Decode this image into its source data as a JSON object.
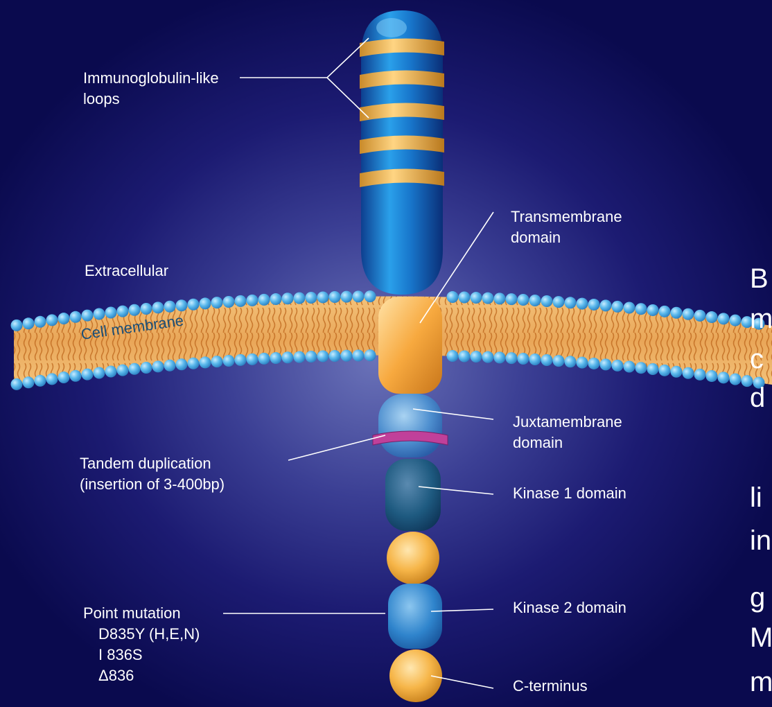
{
  "labels": {
    "ig_loops_1": "Immunoglobulin-like",
    "ig_loops_2": "loops",
    "transmembrane_1": "Transmembrane",
    "transmembrane_2": "domain",
    "extracellular": "Extracellular",
    "cell_membrane": "Cell membrane",
    "juxtamembrane_1": "Juxtamembrane",
    "juxtamembrane_2": "domain",
    "tandem_1": "Tandem duplication",
    "tandem_2": "(insertion of 3-400bp)",
    "kinase1": "Kinase 1 domain",
    "kinase2": "Kinase 2 domain",
    "point_mutation": "Point mutation",
    "mut_1": "D835Y (H,E,N)",
    "mut_2": "I 836S",
    "mut_3": "836",
    "delta_symbol": "Δ",
    "c_terminus": "C-terminus"
  },
  "side_text": [
    "B",
    "m",
    "c",
    "d",
    "li",
    "in",
    "g",
    "M",
    "m"
  ],
  "colors": {
    "background": "#1c1b72",
    "receptor_blue": "#1f7fd0",
    "loop_orange": "#f4b54a",
    "membrane_orange": "#f0b060",
    "membrane_head": "#5ab8ec",
    "tandem_band": "#c0409a",
    "kinase1_dark": "#1e5a80"
  }
}
